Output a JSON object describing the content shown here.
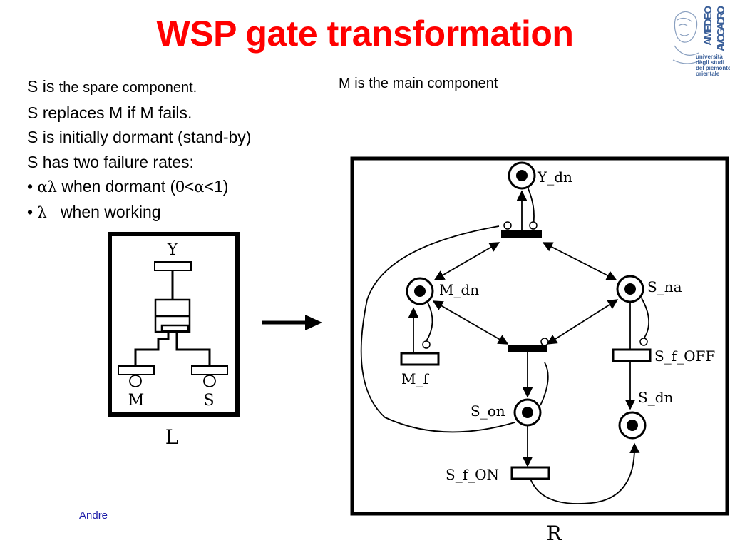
{
  "slide": {
    "title": "WSP gate transformation",
    "footer": "Andrea Bobbio"
  },
  "logo": {
    "name_big_1": "AMEDEO",
    "name_big_2": "AVOGADRO",
    "lines": [
      "università",
      "degli studi",
      "del piemonte",
      "orientale"
    ],
    "icon": "portrait-engraving-icon"
  },
  "text": {
    "line1_prefix": "S is ",
    "line1_rest": "the spare component.",
    "line2": "S replaces M if M fails.",
    "line3": "S is initially dormant (stand-by)",
    "line4": "S has two failure rates:",
    "bullet1_symbol": "αλ",
    "bullet1_text": "when dormant (0<",
    "bullet1_alpha": "α",
    "bullet1_end": "<1)",
    "bullet2_symbol": "λ",
    "bullet2_text": "when working",
    "main_note": "M is the main component"
  },
  "fault_tree": {
    "caption": "L",
    "top_label": "Y",
    "left_label": "M",
    "right_label": "S"
  },
  "petri_net": {
    "caption": "R",
    "places": {
      "y_dn": "Y_dn",
      "m_dn": "M_dn",
      "s_na": "S_na",
      "s_on": "S_on",
      "s_dn": "S_dn"
    },
    "transitions": {
      "m_f": "M_f",
      "s_f_off": "S_f_OFF",
      "s_f_on": "S_f_ON"
    }
  },
  "colors": {
    "title": "#ff0000",
    "footer": "#1a1aa8",
    "logo": "#3a5f99"
  }
}
